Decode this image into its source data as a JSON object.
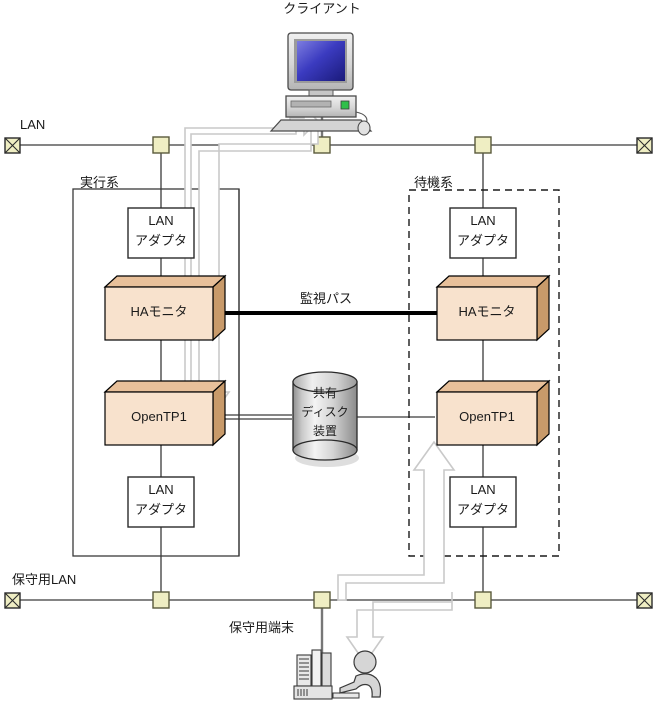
{
  "diagram": {
    "title_client": "クライアント",
    "lan_label": "LAN",
    "maintenance_lan_label": "保守用LAN",
    "maintenance_terminal_label": "保守用端末",
    "monitor_path_label": "監視パス",
    "active_system_label": "実行系",
    "standby_system_label": "待機系",
    "lan_adapter_line1": "LAN",
    "lan_adapter_line2": "アダプタ",
    "ha_monitor_label": "HAモニタ",
    "opentp1_label": "OpenTP1",
    "shared_disk_line1": "共有",
    "shared_disk_line2": "ディスク",
    "shared_disk_line3": "装置"
  },
  "icons": {
    "client_pc": "desktop-computer-icon",
    "maintenance_operator": "operator-at-terminal-icon",
    "lan_terminator": "lan-terminator-x-icon",
    "lan_tap": "lan-tap-square-icon",
    "shared_disk": "disk-cylinder-icon",
    "flow_arrow": "flow-arrow-icon"
  },
  "colors": {
    "box_front": "#f8e2cd",
    "box_top": "#e8c09a",
    "box_side": "#c89a6a",
    "box_stroke": "#000000",
    "tap_fill": "#efeec3",
    "tap_stroke": "#5a5a3c",
    "line": "#3a3a3a",
    "monitor_path": "#000000",
    "arrow_fill": "#ffffff",
    "arrow_stroke": "#cccccc",
    "disk_light": "#f2f2f2",
    "disk_dark": "#9a9a9a",
    "screen_blue": "#3a3ab8",
    "case_gray": "#d9d9d9"
  }
}
